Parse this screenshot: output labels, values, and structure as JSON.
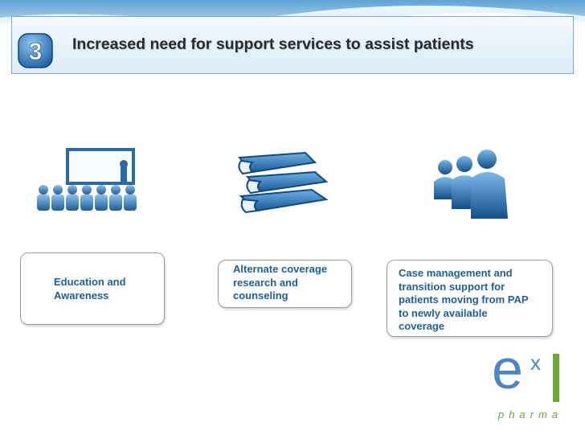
{
  "header": {
    "step_number": "3",
    "title": "Increased need for support services to assist patients"
  },
  "icons": {
    "classroom": "classroom-presentation-icon",
    "books": "books-stack-icon",
    "people": "people-group-icon"
  },
  "cards": {
    "education": {
      "line1": "Education and",
      "line2": "Awareness"
    },
    "coverage": {
      "line1": "Alternate coverage",
      "line2": "research and",
      "line3": "counseling"
    },
    "case_mgmt": {
      "line1": "Case management and",
      "line2": "transition support for",
      "line3": "patients moving from PAP",
      "line4": "to newly available",
      "line5": "coverage"
    }
  },
  "logo": {
    "letter_e": "e",
    "letter_x": "x",
    "subtitle": "pharma"
  },
  "colors": {
    "accent_blue": "#1f5f95",
    "logo_blue": "#4a86c5",
    "logo_green": "#6aa83a",
    "header_border": "#7da9c9"
  }
}
